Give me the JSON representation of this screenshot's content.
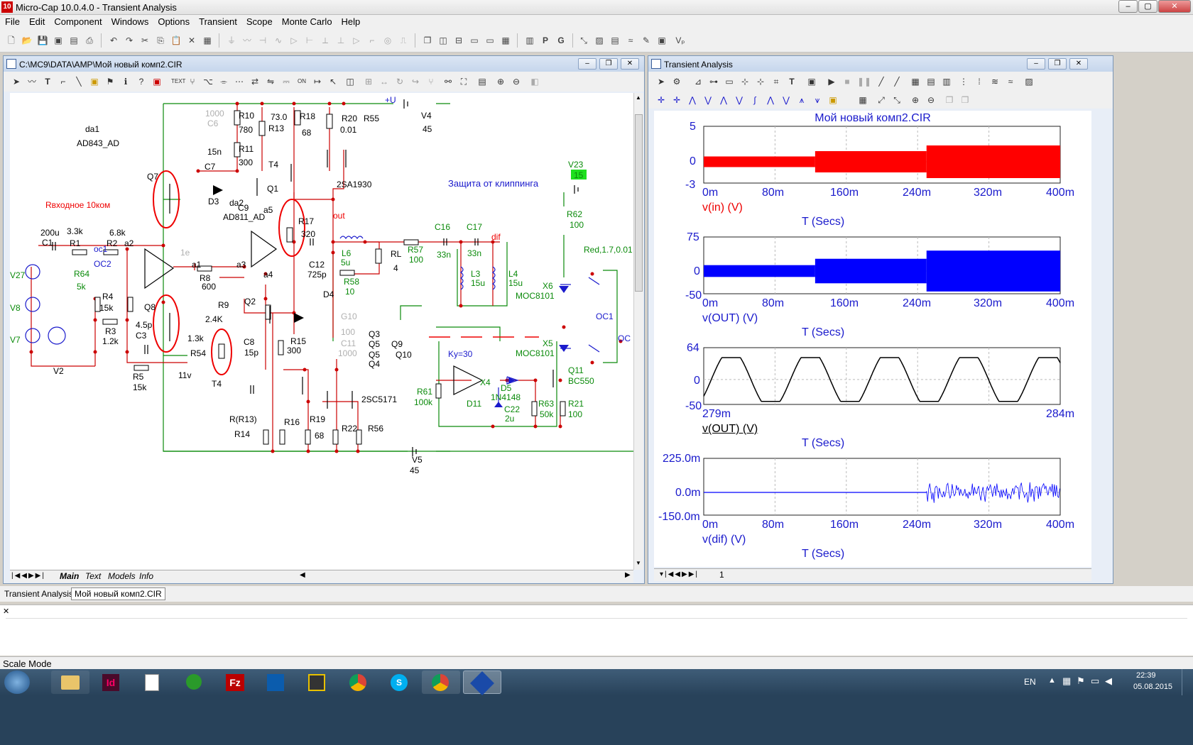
{
  "app": {
    "title": "Micro-Cap 10.0.4.0 - Transient Analysis",
    "icon_label": "10"
  },
  "menu": [
    "File",
    "Edit",
    "Component",
    "Windows",
    "Options",
    "Transient",
    "Scope",
    "Monte Carlo",
    "Help"
  ],
  "schematic_window": {
    "title": "C:\\MC9\\DATA\\AMP\\Мой новый комп2.CIR"
  },
  "schematic": {
    "labels": {
      "da1": "da1",
      "ad843": "AD843_AD",
      "q7": "Q7",
      "input_note": "Rвходное 10ком",
      "r10": "R10",
      "r10v": "780",
      "r13": "R13",
      "r13v": "73.0",
      "r18": "R18",
      "r18v": "68",
      "r20": "R20",
      "r20v": "0.01",
      "r55": "R55",
      "v4": "V4",
      "v4v": "45",
      "plusu": "+U",
      "c6": "C6",
      "c6v": "1000",
      "r11": "R11",
      "r11v": "300",
      "c15n": "15n",
      "c7": "C7",
      "t4a": "T4",
      "q1": "Q1",
      "d3": "D3",
      "da2": "da2",
      "ad811": "AD811_AD",
      "c9": "C9",
      "a5": "a5",
      "sa1930": "2SA1930",
      "out": "out",
      "r17": "R17",
      "r17v": "320",
      "zashita": "Защита от клиппинга",
      "v23": "V23",
      "v23v": "15",
      "r62": "R62",
      "r62v": "100",
      "red": "Red,1.7,0.01",
      "c1v": "200u",
      "c1": "C1",
      "r1v": "3.3k",
      "r1": "R1",
      "r2v": "6.8k",
      "r2": "R2",
      "a2": "a2",
      "oc1": "oc1",
      "oc2": "OC2",
      "v27": "V27",
      "r64": "R64",
      "r64v": "5k",
      "r4": "R4",
      "r4v": "15k",
      "v8": "V8",
      "r3": "R3",
      "r3v": "1.2k",
      "v7": "V7",
      "c3": "C3",
      "c3v": "4.5p",
      "v2": "V2",
      "r5": "R5",
      "r5v": "15k",
      "q8": "Q8",
      "a1": "a1",
      "r8": "R8",
      "r8v": "600",
      "a3": "a3",
      "a4": "a4",
      "r9": "R9",
      "r9v": "2.4K",
      "q2": "Q2",
      "c12": "C12",
      "c12v": "725p",
      "d4": "D4",
      "c8": "C8",
      "c8v": "15p",
      "r54": "R54",
      "r54v": "1.3k",
      "r15": "R15",
      "r15v": "300",
      "v11": "11v",
      "l6": "L6",
      "l6v": "5u",
      "r58": "R58",
      "r58v": "10",
      "rl": "RL",
      "rlv": "4",
      "r57": "R57",
      "r57v": "100",
      "c16": "C16",
      "c16v": "33n",
      "c17": "C17",
      "c17v": "33n",
      "dif": "dif",
      "l3": "L3",
      "l3v": "15u",
      "l4": "L4",
      "l4v": "15u",
      "x6": "X6",
      "moc1": "MOC8101",
      "oc1b": "OC1",
      "oc": "OC",
      "x5": "X5",
      "moc2": "MOC8101",
      "q3": "Q3",
      "q5a": "Q5",
      "q9": "Q9",
      "q5b": "Q5",
      "q10": "Q10",
      "q4": "Q4",
      "ku": "Ky=30",
      "x4": "X4",
      "d5": "D5",
      "n4148": "1N4148",
      "q11": "Q11",
      "bc550": "BC550",
      "r61": "R61",
      "r61v": "100k",
      "d11": "D11",
      "c22": "C22",
      "c22v": "2u",
      "r63": "R63",
      "r63v": "50k",
      "r21": "R21",
      "r21v": "100",
      "t4b": "T4",
      "sc5171": "2SC5171",
      "rr13": "R(R13)",
      "r14": "R14",
      "r16": "R16",
      "r19": "R19",
      "r19v": "68",
      "r22": "R22",
      "r56": "R56",
      "v5": "V5",
      "v5v": "45",
      "g10": "G10",
      "g100": "100",
      "c11": "C11",
      "c11v": "1000",
      "c10v": "1e"
    }
  },
  "schematic_tabs": [
    "Main",
    "Text",
    "Models",
    "Info"
  ],
  "analysis_window": {
    "title": "Transient Analysis",
    "plot_title": "Мой новый комп2.CIR"
  },
  "plots": [
    {
      "name": "v(in) (V)",
      "xlabel": "T (Secs)",
      "yticks": [
        "5",
        "0",
        "-3"
      ],
      "xticks": [
        "0m",
        "80m",
        "160m",
        "240m",
        "320m",
        "400m"
      ],
      "color": "#ff0000"
    },
    {
      "name": "v(OUT) (V)",
      "xlabel": "T (Secs)",
      "yticks": [
        "75",
        "0",
        "-50"
      ],
      "xticks": [
        "0m",
        "80m",
        "160m",
        "240m",
        "320m",
        "400m"
      ],
      "color": "#0000ff"
    },
    {
      "name": "v(OUT) (V)",
      "xlabel": "T (Secs)",
      "yticks": [
        "64",
        "0",
        "-50"
      ],
      "xticks": [
        "279m",
        "284m"
      ],
      "color": "#000000"
    },
    {
      "name": "v(dif) (V)",
      "xlabel": "T (Secs)",
      "yticks": [
        "225.0m",
        "0.0m",
        "-150.0m"
      ],
      "xticks": [
        "0m",
        "80m",
        "160m",
        "240m",
        "320m",
        "400m"
      ],
      "color": "#0000ff"
    }
  ],
  "chart_data": [
    {
      "type": "line",
      "title": "Мой новый комп2.CIR",
      "ylabel": "v(in) (V)",
      "xlabel": "T (Secs)",
      "xlim": [
        0,
        400
      ],
      "ylim": [
        -3,
        5
      ],
      "series": [
        {
          "name": "v(in) (V)",
          "envelope": [
            {
              "x_start": 0,
              "x_end": 125,
              "amp": 0.75
            },
            {
              "x_start": 125,
              "x_end": 250,
              "amp": 1.5
            },
            {
              "x_start": 250,
              "x_end": 400,
              "amp": 2.3
            }
          ]
        }
      ]
    },
    {
      "type": "line",
      "ylabel": "v(OUT) (V)",
      "xlabel": "T (Secs)",
      "xlim": [
        0,
        400
      ],
      "ylim": [
        -50,
        75
      ],
      "series": [
        {
          "name": "v(OUT) (V)",
          "envelope": [
            {
              "x_start": 0,
              "x_end": 125,
              "amp": 13
            },
            {
              "x_start": 125,
              "x_end": 250,
              "amp": 27
            },
            {
              "x_start": 250,
              "x_end": 400,
              "amp": 45
            }
          ]
        }
      ]
    },
    {
      "type": "line",
      "ylabel": "v(OUT) (V)",
      "xlabel": "T (Secs)",
      "xlim": [
        279,
        284
      ],
      "ylim": [
        -50,
        64
      ],
      "series": [
        {
          "name": "v(OUT) (V)",
          "cycles": 4.5,
          "amp": 44
        }
      ]
    },
    {
      "type": "line",
      "ylabel": "v(dif) (V)",
      "xlabel": "T (Secs)",
      "xlim": [
        0,
        400
      ],
      "ylim": [
        -0.15,
        0.225
      ],
      "series": [
        {
          "name": "v(dif) (V)",
          "envelope": [
            {
              "x_start": 0,
              "x_end": 250,
              "amp": 0.003
            },
            {
              "x_start": 250,
              "x_end": 400,
              "amp": 0.07
            }
          ]
        }
      ]
    }
  ],
  "analysis_tab": "1",
  "bottom_tabs": [
    "Transient Analysis",
    "Мой новый комп2.CIR"
  ],
  "status": "Scale Mode",
  "tray": {
    "lang": "EN",
    "time": "22:39",
    "date": "05.08.2015"
  }
}
